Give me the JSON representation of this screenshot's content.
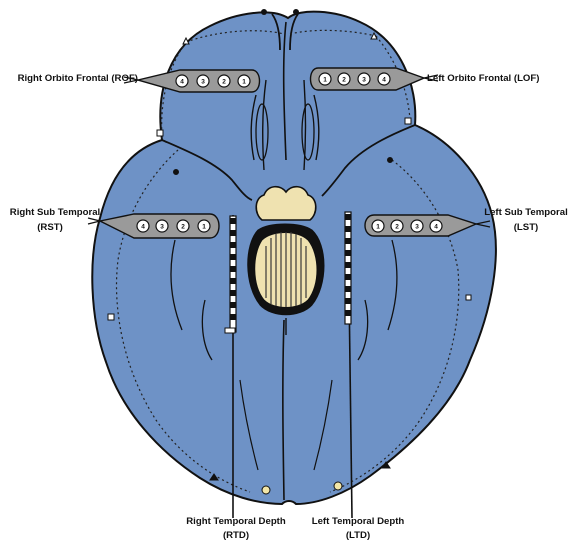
{
  "colors": {
    "brain_fill": "#6e92c6",
    "outline": "#111111",
    "strip_fill": "#9a9a9a",
    "contact_fill": "#ffffff",
    "brainstem_fill": "#efe2b0"
  },
  "electrodes": {
    "rof": {
      "label": "Right Orbito Frontal (ROF)",
      "contacts": [
        "4",
        "3",
        "2",
        "1"
      ]
    },
    "lof": {
      "label": "Left Orbito Frontal (LOF)",
      "contacts": [
        "1",
        "2",
        "3",
        "4"
      ]
    },
    "rst": {
      "label_line1": "Right Sub Temporal",
      "label_line2": "(RST)",
      "contacts": [
        "4",
        "3",
        "2",
        "1"
      ]
    },
    "lst": {
      "label_line1": "Left Sub Temporal",
      "label_line2": "(LST)",
      "contacts": [
        "1",
        "2",
        "3",
        "4"
      ]
    },
    "rtd": {
      "label_line1": "Right Temporal Depth",
      "label_line2": "(RTD)"
    },
    "ltd": {
      "label_line1": "Left Temporal Depth",
      "label_line2": "(LTD)"
    }
  }
}
